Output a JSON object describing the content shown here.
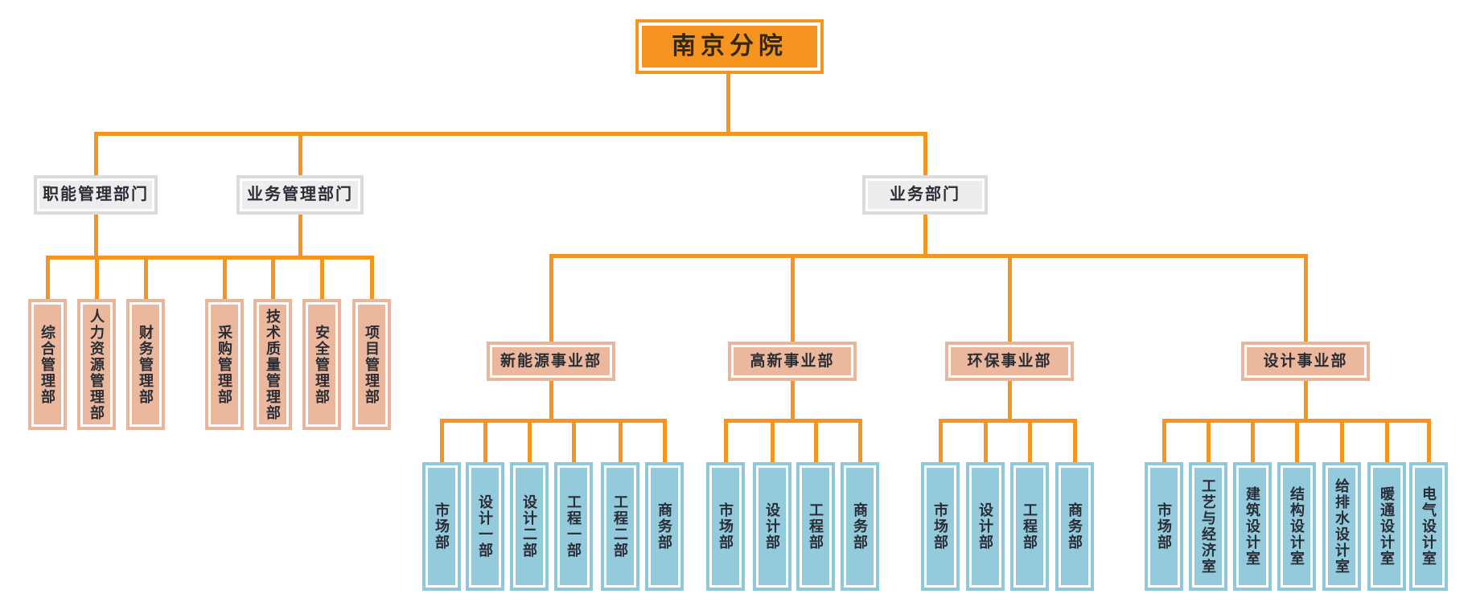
{
  "org": {
    "root": "南京分院",
    "level2": [
      "职能管理部门",
      "业务管理部门",
      "业务部门"
    ],
    "admin": [
      "综合管理部",
      "人力资源管理部",
      "财务管理部",
      "采购管理部",
      "技术质量管理部",
      "安全管理部",
      "项目管理部"
    ],
    "units": [
      {
        "label": "新能源事业部",
        "children": [
          "市场部",
          "设计一部",
          "设计二部",
          "工程一部",
          "工程二部",
          "商务部"
        ]
      },
      {
        "label": "高新事业部",
        "children": [
          "市场部",
          "设计部",
          "工程部",
          "商务部"
        ]
      },
      {
        "label": "环保事业部",
        "children": [
          "市场部",
          "设计部",
          "工程部",
          "商务部"
        ]
      },
      {
        "label": "设计事业部",
        "children": [
          "市场部",
          "工艺与经济室",
          "建筑设计室",
          "结构设计室",
          "给排水设计室",
          "暖通设计室",
          "电气设计室"
        ]
      }
    ]
  },
  "colors": {
    "orange": "#F5941E",
    "salmon": "#EBB89D",
    "salmon-border": "#E9B69B",
    "blue": "#93CBDD",
    "blue-border": "#8FC8DA",
    "gray": "#EDEDED",
    "text": "#2A2D35"
  }
}
